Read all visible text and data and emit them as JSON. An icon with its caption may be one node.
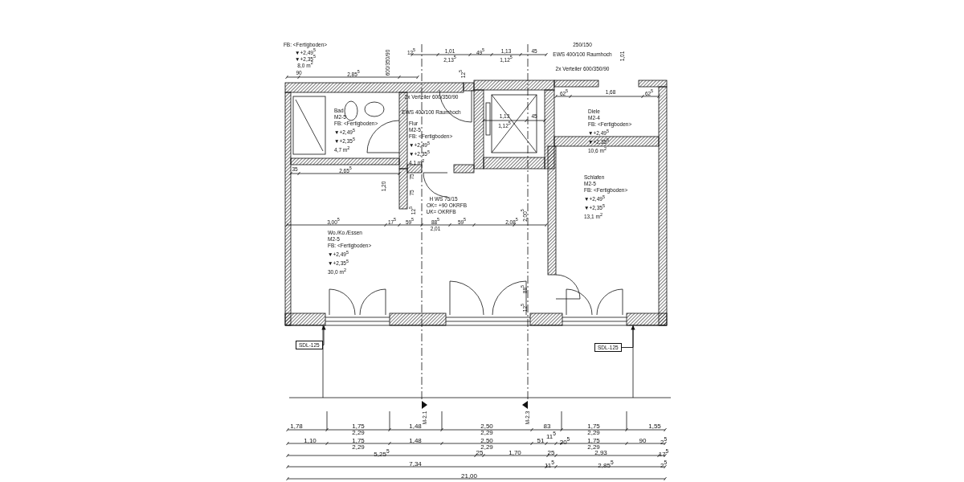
{
  "diagram": {
    "nodes": [
      {
        "text": [
          "Bad",
          "M2-5",
          "FB: <Fertigboden>",
          "▼+2,49$^{5}$",
          "▼+2,35$^{5}$",
          "4,7 m$^{2}$"
        ]
      },
      {
        "text": [
          "Flur",
          "M2-5",
          "FB: <Fertigboden>",
          "▼+2,49$^{5}$",
          "▼+2,35$^{5}$",
          "4,1 m$^{2}$"
        ]
      },
      {
        "text": [
          "Diele",
          "M2-4",
          "FB: <Fertigboden>",
          "▼+2,49$^{5}$",
          "▼+2,35$^{5}$",
          "10,6 m$^{2}$"
        ]
      },
      {
        "text": [
          "Schlafen",
          "M2-5",
          "FB: <Fertigboden>",
          "▼+2,49$^{5}$",
          "▼+2,35$^{5}$",
          "13,1 m$^{2}$"
        ]
      },
      {
        "text": [
          "Wo./Ko./Essen",
          "M2-5",
          "FB: <Fertigboden>",
          "▼+2,49$^{5}$",
          "▼+2,35$^{5}$",
          "30,0 m$^{2}$"
        ]
      },
      {
        "text": [
          "SDL-125"
        ]
      },
      {
        "text": [
          "SDL-125"
        ]
      }
    ],
    "edges": [
      {
        "from": 5,
        "to": null,
        "arrow": "to"
      },
      {
        "from": 6,
        "to": null,
        "arrow": "to"
      }
    ],
    "labels": [
      "FB: <Fertigboden>",
      "▼+2,49$^{5}$",
      "▼+2,35$^{5}$",
      "8,0 m$^{2}$",
      "90",
      "2,85$^{5}$",
      "600/350/90",
      "2x Verteiler 600/350/90",
      "EWS 400/100 Raumhoch",
      "12$^{5}$",
      "1,01",
      "2,13$^{5}$",
      "49$^{5}$",
      "1,13",
      "1,12$^{5}$",
      "45",
      "12$^{5}$",
      "250/150",
      "EWS 400/100 Raumhoch",
      "2x Verteiler 600/350/90",
      "1,01",
      "62$^{5}$",
      "1,68",
      "62$^{5}$",
      "1,13",
      "1,12$^{5}$",
      "45",
      "35",
      "2,65$^{5}$",
      "1,20",
      "75",
      "75",
      "12$^{5}$",
      "H WS 75/15",
      "OK= +90 OKRFB",
      "UK= OKRFB",
      "3,00$^{5}$",
      "17$^{5}$",
      "59$^{5}$",
      "88$^{5}$",
      "2,01",
      "59$^{5}$",
      "2,08$^{5}$",
      "2,00$^{5}$",
      "88$^{5}$",
      "12$^{5}$",
      "M-2.1",
      "M-2.3",
      "1,78",
      "1,75",
      "2,29",
      "1,48",
      "2,50",
      "2,29",
      "83",
      "1,75",
      "2,29",
      "1,55",
      "1,10",
      "1,75",
      "2,29",
      "1,48",
      "2,50",
      "2,29",
      "51",
      "11$^{5}$",
      "20$^{5}$",
      "1,75",
      "2,29",
      "90",
      "2$^{5}$",
      "5,25$^{5}$",
      "25",
      "1,70",
      "25",
      "2,93",
      "17$^{5}$",
      "7,34",
      "11$^{5}$",
      "2,85$^{5}$",
      "2$^{5}$",
      "21,00"
    ]
  }
}
